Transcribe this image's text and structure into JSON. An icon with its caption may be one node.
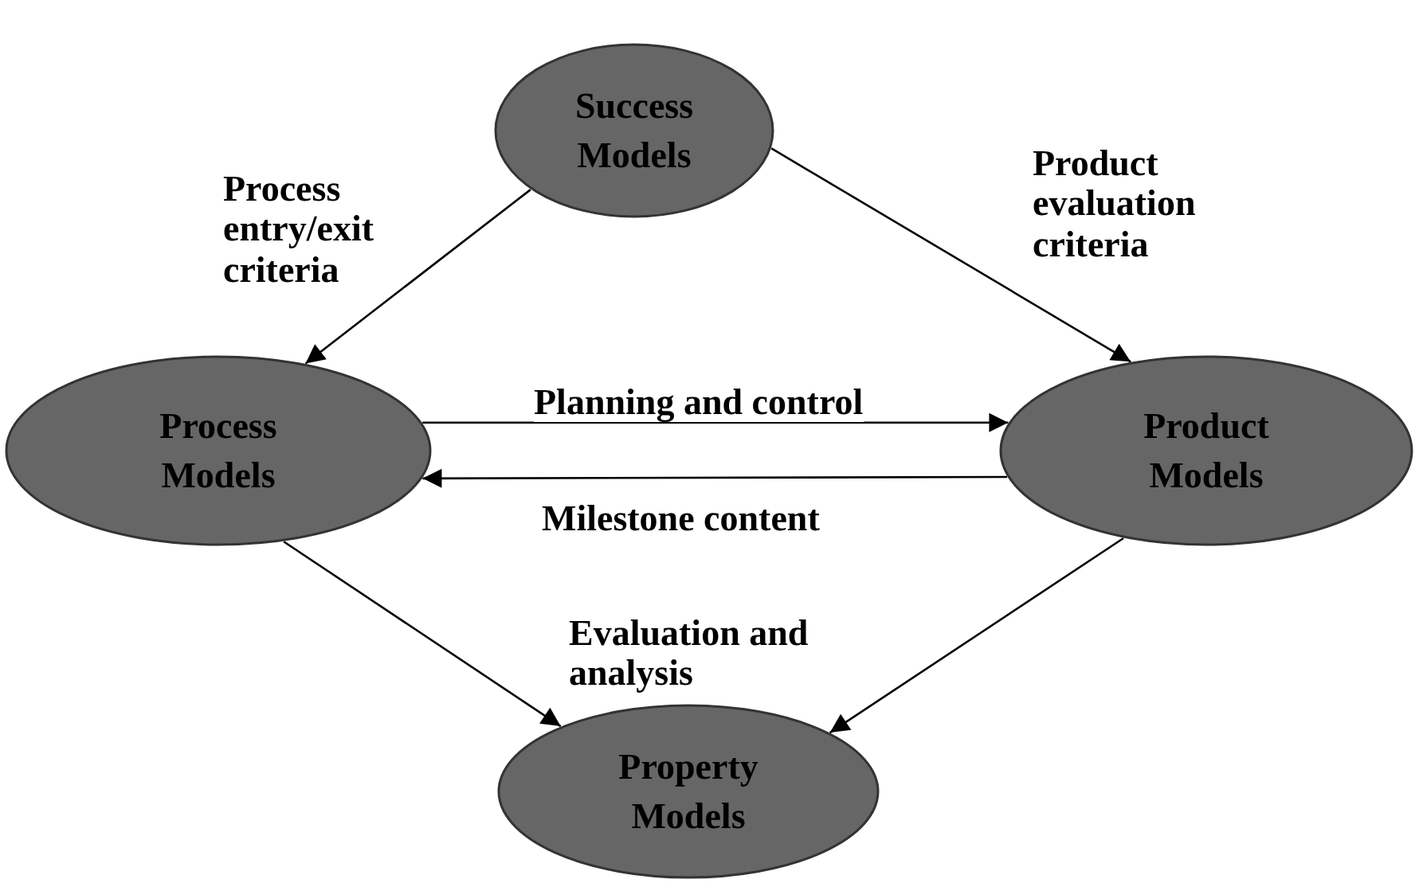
{
  "diagram": {
    "nodes": [
      {
        "text": [
          "Success Models"
        ]
      },
      {
        "text": [
          "Process Models"
        ]
      },
      {
        "text": [
          "Product Models"
        ]
      },
      {
        "text": [
          "Property Models"
        ]
      }
    ],
    "edges": [
      {
        "from": 0,
        "to": 1,
        "arrow": "to",
        "label": "Process entry/exit criteria"
      },
      {
        "from": 0,
        "to": 2,
        "arrow": "to",
        "label": "Product evaluation criteria"
      },
      {
        "from": 1,
        "to": 2,
        "arrow": "to",
        "label": "Planning and control"
      },
      {
        "from": 2,
        "to": 1,
        "arrow": "to",
        "label": "Milestone content"
      },
      {
        "from": 1,
        "to": 3,
        "arrow": "to"
      },
      {
        "from": 2,
        "to": 3,
        "arrow": "to"
      }
    ],
    "labels": [
      "Evaluation and analysis"
    ]
  }
}
